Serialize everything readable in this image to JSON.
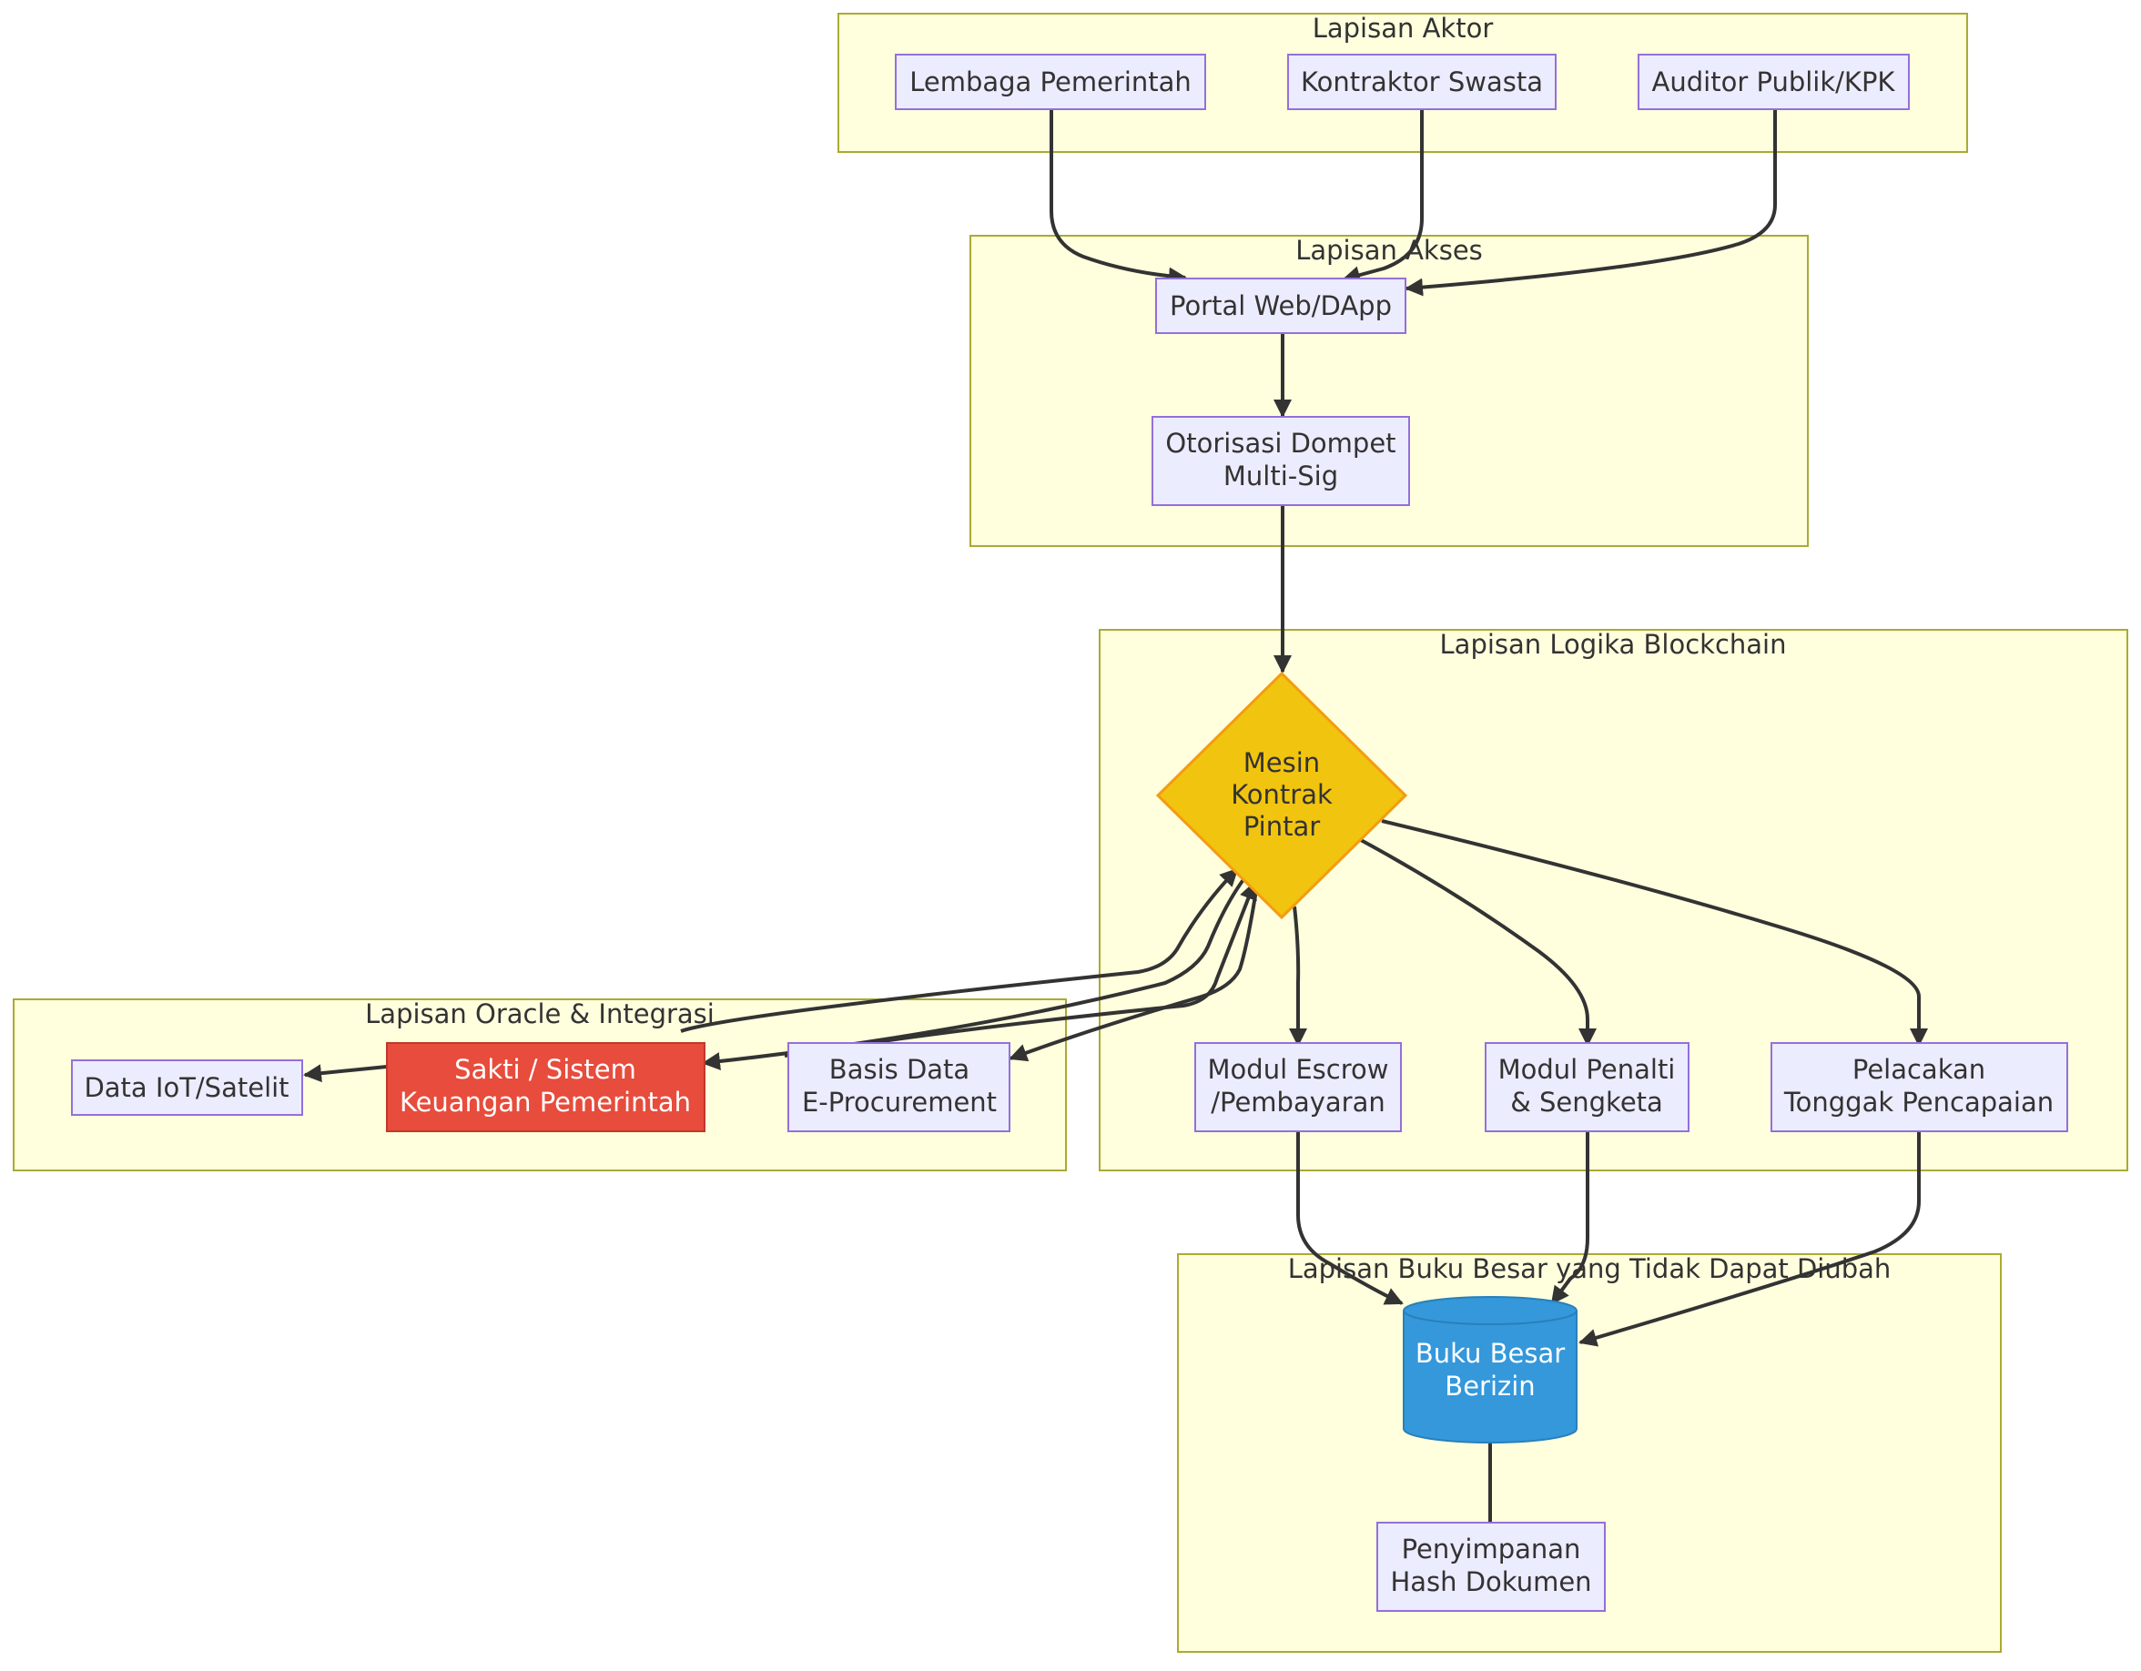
{
  "clusters": {
    "aktor": "Lapisan Aktor",
    "akses": "Lapisan Akses",
    "logika": "Lapisan Logika Blockchain",
    "oracle": "Lapisan Oracle & Integrasi",
    "buku": "Lapisan Buku Besar yang Tidak Dapat Diubah"
  },
  "nodes": {
    "lembaga": [
      "Lembaga Pemerintah"
    ],
    "kontraktor": [
      "Kontraktor Swasta"
    ],
    "auditor": [
      "Auditor Publik/KPK"
    ],
    "portal": [
      "Portal Web/DApp"
    ],
    "otorisasi": [
      "Otorisasi Dompet",
      "Multi-Sig"
    ],
    "mesin": [
      "Mesin",
      "Kontrak",
      "Pintar"
    ],
    "escrow": [
      "Modul Escrow",
      "/Pembayaran"
    ],
    "penalti": [
      "Modul Penalti",
      "& Sengketa"
    ],
    "pelacakan": [
      "Pelacakan",
      "Tonggak Pencapaian"
    ],
    "iot": [
      "Data IoT/Satelit"
    ],
    "sakti": [
      "Sakti / Sistem",
      "Keuangan Pemerintah"
    ],
    "basis": [
      "Basis Data",
      "E-Procurement"
    ],
    "ledger": [
      "Buku Besar",
      "Berizin"
    ],
    "hash": [
      "Penyimpanan",
      "Hash Dokumen"
    ]
  },
  "colors": {
    "decision_fill": "#f1c40f",
    "decision_stroke": "#f39c12",
    "alert_fill": "#e74c3c",
    "alert_stroke": "#c0392b",
    "db_fill": "#3498db",
    "db_stroke": "#2980b9"
  }
}
